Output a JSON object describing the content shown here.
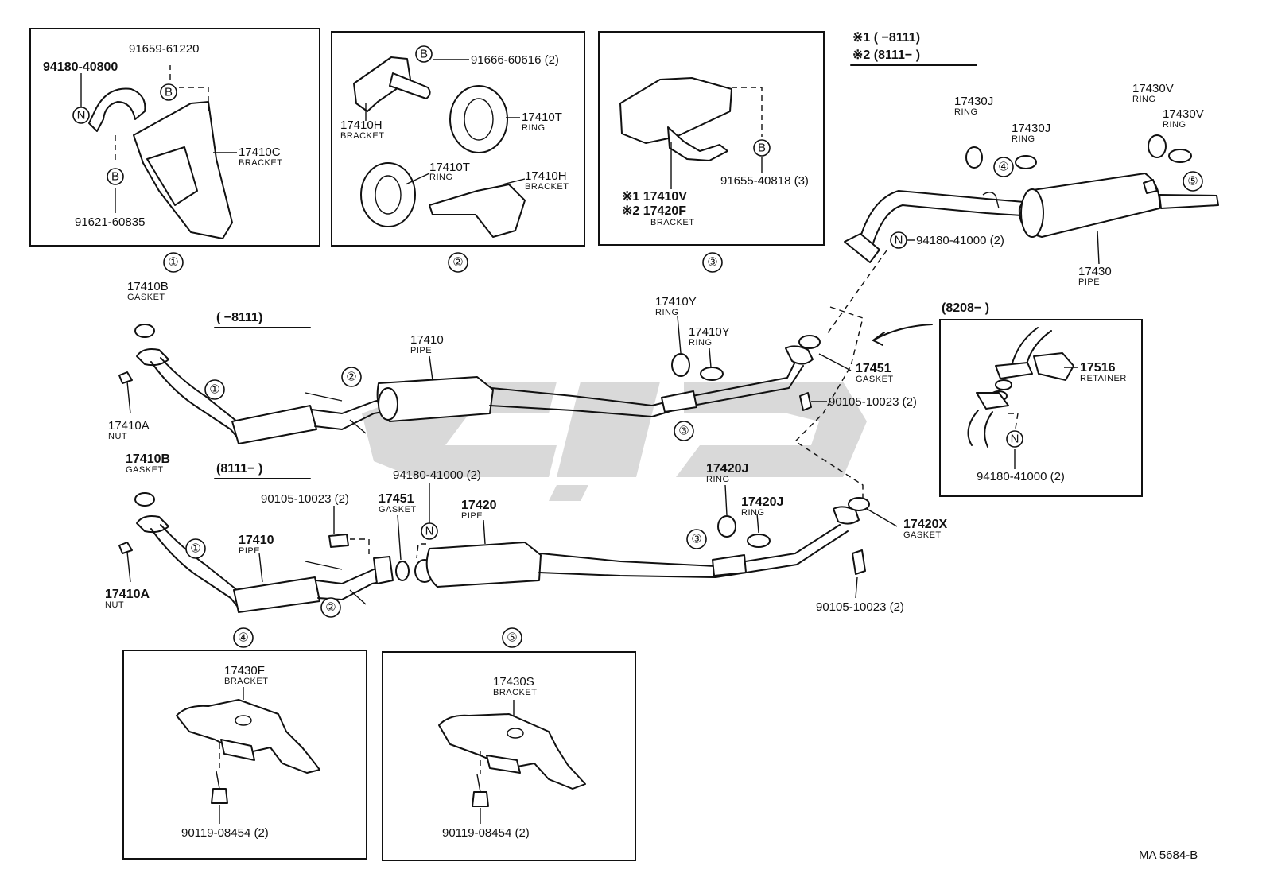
{
  "notes": {
    "n1": "※1 (      −8111)",
    "n2": "※2 (8111−      )",
    "upper_range": "(      −8111)",
    "lower_range": "(8111−      )",
    "inset_range": "(8208−      )",
    "code": "MA  5684-B"
  },
  "callouts": [
    "①",
    "②",
    "③",
    "④",
    "⑤"
  ],
  "letters": {
    "n": "N",
    "b": "B"
  },
  "box1": {
    "p1": "91659-61220",
    "p2": "94180-40800",
    "p3": "17410C",
    "p3_sub": "BRACKET",
    "p4": "91621-60835"
  },
  "box2": {
    "p1": "91666-60616 (2)",
    "p2": "17410H",
    "p2_sub": "BRACKET",
    "p3": "17410T",
    "p3_sub": "RING",
    "p4": "17410T",
    "p4_sub": "RING",
    "p5": "17410H",
    "p5_sub": "BRACKET"
  },
  "box3": {
    "p1": "※1 17410V",
    "p2": "※2 17420F",
    "p2_sub": "BRACKET",
    "p3": "91655-40818 (3)"
  },
  "tail": {
    "r1": "17430J",
    "r1_sub": "RING",
    "r2": "17430J",
    "r2_sub": "RING",
    "r3": "17430V",
    "r3_sub": "RING",
    "r4": "17430V",
    "r4_sub": "RING",
    "nut": "94180-41000 (2)",
    "pipe": "17430",
    "pipe_sub": "PIPE"
  },
  "upper": {
    "gasket": "17410B",
    "gasket_sub": "GASKET",
    "nut": "17410A",
    "nut_sub": "NUT",
    "pipe": "17410",
    "pipe_sub": "PIPE",
    "ring1": "17410Y",
    "ring1_sub": "RING",
    "ring2": "17410Y",
    "ring2_sub": "RING",
    "gasket2": "17451",
    "gasket2_sub": "GASKET",
    "bolt": "90105-10023 (2)"
  },
  "inset": {
    "retainer": "17516",
    "retainer_sub": "RETAINER",
    "nut": "94180-41000 (2)"
  },
  "lower": {
    "gasket": "17410B",
    "gasket_sub": "GASKET",
    "nut": "17410A",
    "nut_sub": "NUT",
    "bolt1": "90105-10023 (2)",
    "pipe1": "17410",
    "pipe1_sub": "PIPE",
    "gasket2": "17451",
    "gasket2_sub": "GASKET",
    "nut2": "94180-41000 (2)",
    "pipe2": "17420",
    "pipe2_sub": "PIPE",
    "ring1": "17420J",
    "ring1_sub": "RING",
    "ring2": "17420J",
    "ring2_sub": "RING",
    "gasket3": "17420X",
    "gasket3_sub": "GASKET",
    "bolt2": "90105-10023 (2)"
  },
  "box4": {
    "p1": "17430F",
    "p1_sub": "BRACKET",
    "p2": "90119-08454 (2)"
  },
  "box5": {
    "p1": "17430S",
    "p1_sub": "BRACKET",
    "p2": "90119-08454 (2)"
  }
}
